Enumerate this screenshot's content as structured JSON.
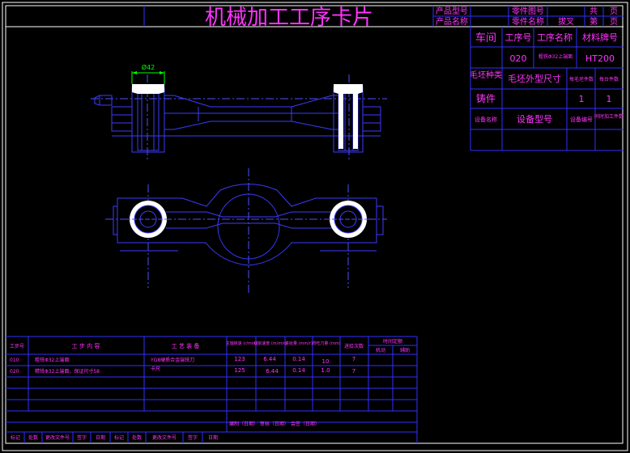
{
  "title": "机械加工工序卡片",
  "header": {
    "product_model_label": "产品型号",
    "product_name_label": "产品名称",
    "part_drawing_label": "零件图号",
    "part_name_label": "零件名称",
    "part_name_value": "拔叉",
    "total_label": "共",
    "page_label_1": "页",
    "page_no_label": "第",
    "page_label_2": "页"
  },
  "info": {
    "workshop_label": "车间",
    "op_no_label": "工序号",
    "op_name_label": "工序名称",
    "material_label": "材料牌号",
    "op_no_value": "020",
    "op_name_value": "粗铣Φ32上端面",
    "material_value": "HT200",
    "blank_type_label": "毛坯种类",
    "blank_size_label": "毛坯外型尺寸",
    "blank_count_label": "每毛坯件数",
    "per_unit_label": "每台件数",
    "blank_type_value": "铸件",
    "blank_count_value": "1",
    "per_unit_value": "1",
    "equip_name_label": "设备名称",
    "equip_model_label": "设备型号",
    "equip_no_label": "设备编号",
    "simul_label": "同时加工件数"
  },
  "drawing": {
    "dimension": "Ø42"
  },
  "process_table": {
    "headers": {
      "step_no": "工步号",
      "step_content": "工 步 内 容",
      "equipment": "工 艺 装 备",
      "spindle_speed": "主轴转速 (r/min)",
      "cutting_speed": "切削速度 (m/min)",
      "feed": "进给量 (mm/r)",
      "depth": "背吃刀量 (mm)",
      "passes": "进给次数",
      "time_header": "时间定额",
      "time_machine": "机动",
      "time_aux": "辅助"
    },
    "rows": [
      {
        "no": "010",
        "content": "粗铣Φ32上端面",
        "equipment": "YG8硬质合金端铣刀",
        "speed": "123",
        "vc": "6.44",
        "feed": "0.14",
        "depth": "10",
        "passes": "7"
      },
      {
        "no": "020",
        "content": "精铣Φ32上端面，保证尺寸58",
        "equipment": "卡尺",
        "speed": "125",
        "vc": "6.44",
        "feed": "0.14",
        "depth": "1.0",
        "passes": "7"
      }
    ],
    "footer_sign": "编制（日期） 审核（日期） 会签（日期）",
    "footer_labels": [
      "标记",
      "处数",
      "更改文件号",
      "签字",
      "日期",
      "标记",
      "处数",
      "更改文件号",
      "签字",
      "日期"
    ]
  },
  "colors": {
    "frame": "#ffffff",
    "grid": "#3030ff",
    "text": "#ff33ff",
    "part": "#3b3bff",
    "center": "#5050ff",
    "dim": "#00ff00"
  }
}
